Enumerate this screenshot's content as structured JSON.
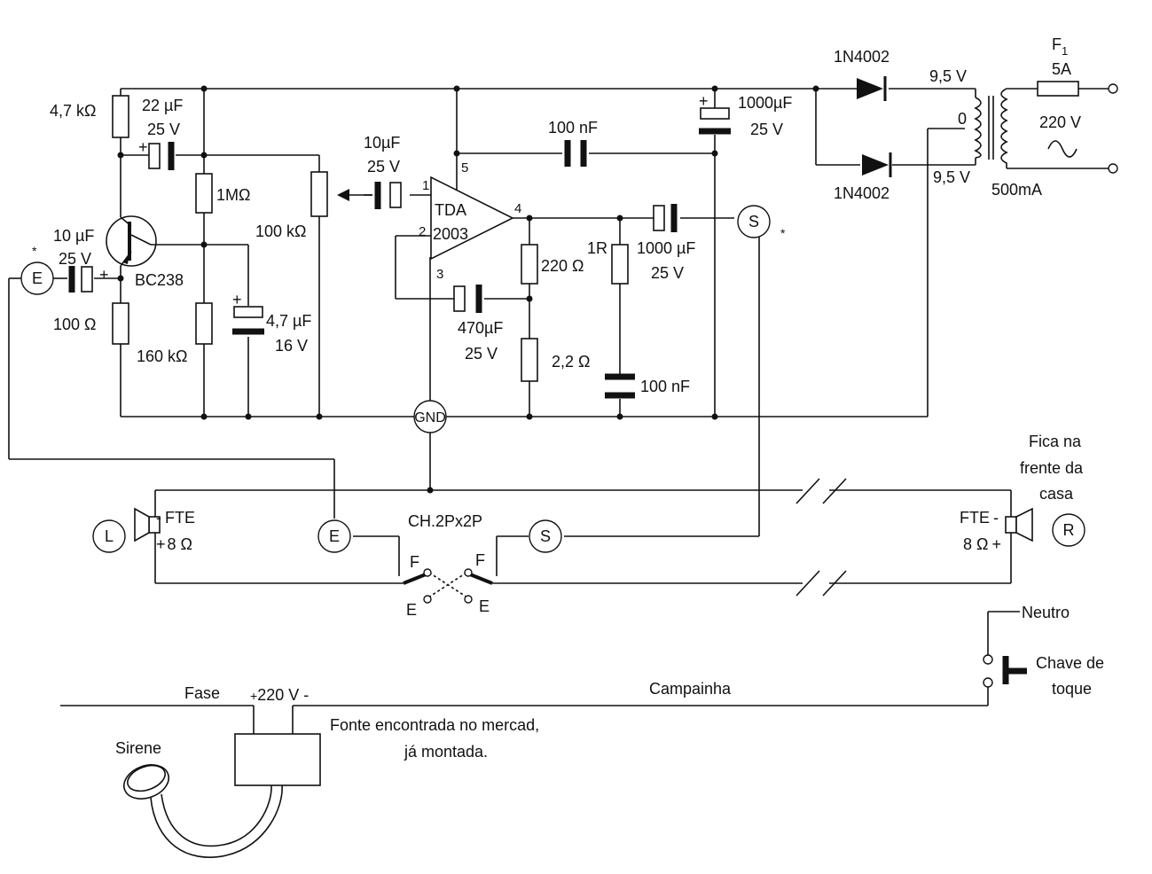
{
  "components": {
    "fuse": {
      "name": "F",
      "sub": "1",
      "rating": "5A"
    },
    "mains_voltage": "220 V",
    "tx_current": "500mA",
    "tx_top_voltage": "9,5 V",
    "tx_bottom_voltage": "9,5 V",
    "tx_center": "0",
    "diode_top": "1N4002",
    "diode_bottom": "1N4002",
    "cap_filter": {
      "value": "1000µF",
      "voltage": "25 V"
    },
    "cap_supply_bypass": "100 nF",
    "r_bias_top": "4,7 kΩ",
    "cap_feedback": {
      "value": "22 µF",
      "voltage": "25 V"
    },
    "r_1M": "1MΩ",
    "pot": "100 kΩ",
    "cap_input_ic": {
      "value": "10µF",
      "voltage": "25 V"
    },
    "ic": {
      "line1": "TDA",
      "line2": "2003",
      "pin1": "1",
      "pin2": "2",
      "pin3": "3",
      "pin4": "4",
      "pin5": "5"
    },
    "transistor": "BC238",
    "cap_input_tr": {
      "value": "10 µF",
      "voltage": "25 V",
      "star": "*"
    },
    "r_100": "100 Ω",
    "r_160k": "160 kΩ",
    "cap_emitter": {
      "value": "4,7 µF",
      "voltage": "16 V"
    },
    "r_220": "220 Ω",
    "r_22": "2,2 Ω",
    "cap_470": {
      "value": "470µF",
      "voltage": "25 V"
    },
    "r_1R": "1R",
    "cap_output": {
      "value": "1000 µF",
      "voltage": "25 V"
    },
    "cap_zobel": "100 nF",
    "gnd": "GND",
    "out_s_star": "*"
  },
  "terminals": {
    "E": "E",
    "S": "S",
    "L": "L",
    "R": "R"
  },
  "speakers": {
    "left": {
      "name": "FTE",
      "minus": "-",
      "plus": "+",
      "impedance": "8 Ω"
    },
    "right": {
      "name": "FTE",
      "minus": "-",
      "plus": "+",
      "impedance": "8 Ω"
    }
  },
  "switch": {
    "name": "CH.2Px2P",
    "F": "F",
    "E": "E"
  },
  "note_front": [
    "Fica na",
    "frente da",
    "casa"
  ],
  "bell": {
    "neutral": "Neutro",
    "switch_label": [
      "Chave de",
      "toque"
    ],
    "campainha": "Campainha",
    "fase": "Fase",
    "supply_voltage": "220 V",
    "plus": "+",
    "minus": "-",
    "supply_note": [
      "Fonte encontrada no mercad,",
      "já montada."
    ],
    "sirene": "Sirene"
  },
  "plus_sign": "+"
}
